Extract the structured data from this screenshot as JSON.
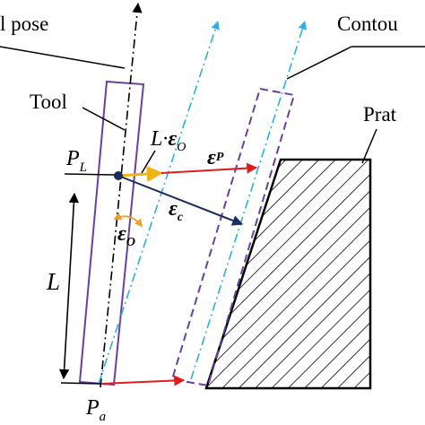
{
  "labels": {
    "pose": "l pose",
    "contour": "Contou",
    "tool": "Tool",
    "part": "Prat",
    "point_l_base": "P",
    "point_l_sub": "L",
    "point_a_base": "P",
    "point_a_sub": "a",
    "length": "L",
    "eps_o_scaled_prefix": "L·",
    "eps": "ε",
    "sub_o": "O",
    "sub_p": "P",
    "sub_c": "c"
  },
  "colors": {
    "black": "#000000",
    "tool_outline": "#6a3fa0",
    "contour_dash": "#6a3fa0",
    "axis_blue": "#2bb0e6",
    "arrow_red": "#e11b1b",
    "arrow_orange": "#f0b416",
    "arrow_navy": "#1a2b5e",
    "angle_orange": "#f0a02a"
  }
}
